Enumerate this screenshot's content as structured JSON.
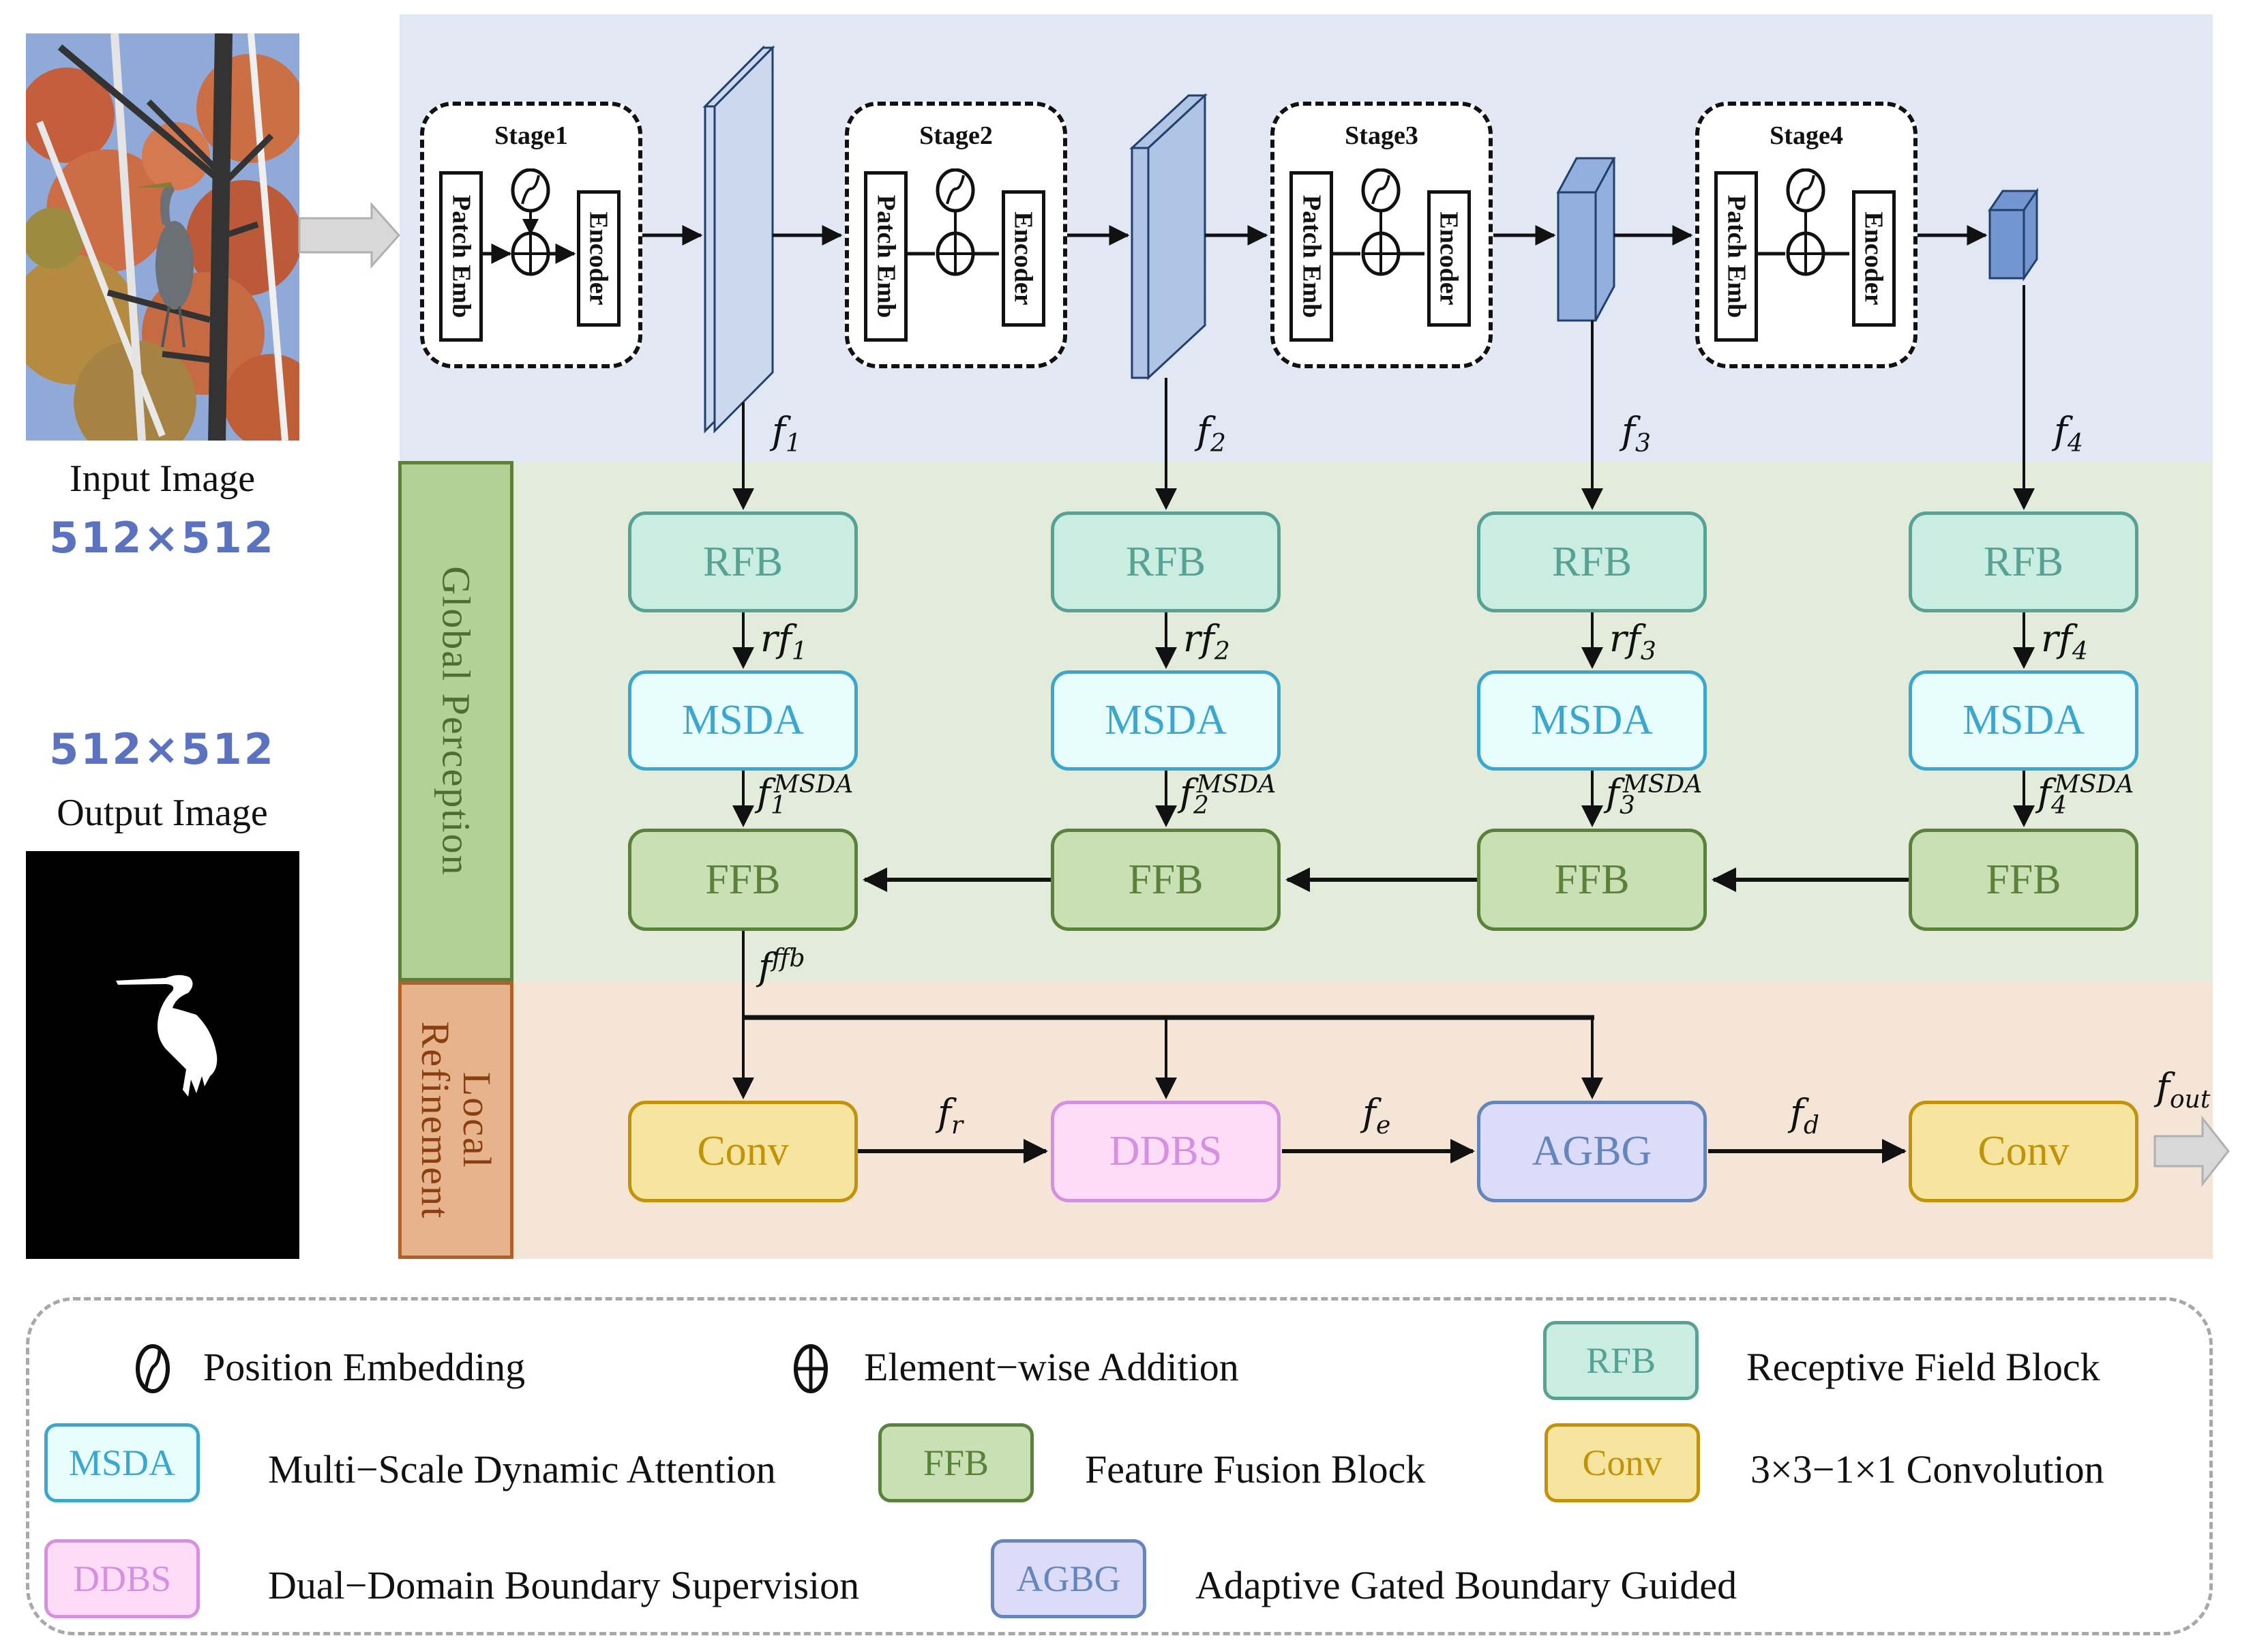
{
  "left_panel": {
    "input_caption": "Input Image",
    "input_size": "512×512",
    "output_size": "512×512",
    "output_caption": "Output Image"
  },
  "stages": [
    {
      "title": "Stage1",
      "patch_label": "Patch Emb",
      "encoder_label": "Encoder"
    },
    {
      "title": "Stage2",
      "patch_label": "Patch Emb",
      "encoder_label": "Encoder"
    },
    {
      "title": "Stage3",
      "patch_label": "Patch Emb",
      "encoder_label": "Encoder"
    },
    {
      "title": "Stage4",
      "patch_label": "Patch Emb",
      "encoder_label": "Encoder"
    }
  ],
  "features": [
    {
      "base": "f",
      "sub": "1"
    },
    {
      "base": "f",
      "sub": "2"
    },
    {
      "base": "f",
      "sub": "3"
    },
    {
      "base": "f",
      "sub": "4"
    }
  ],
  "sections": {
    "global": "Global Perception",
    "local_line1": "Local",
    "local_line2": "Refinement"
  },
  "columns": [
    {
      "rfb": "RFB",
      "msda": "MSDA",
      "ffb": "FFB",
      "rf_base": "rf",
      "rf_sub": "1",
      "msda_base": "f",
      "msda_sub": "1",
      "msda_sup": "MSDA"
    },
    {
      "rfb": "RFB",
      "msda": "MSDA",
      "ffb": "FFB",
      "rf_base": "rf",
      "rf_sub": "2",
      "msda_base": "f",
      "msda_sub": "2",
      "msda_sup": "MSDA"
    },
    {
      "rfb": "RFB",
      "msda": "MSDA",
      "ffb": "FFB",
      "rf_base": "rf",
      "rf_sub": "3",
      "msda_base": "f",
      "msda_sub": "3",
      "msda_sup": "MSDA"
    },
    {
      "rfb": "RFB",
      "msda": "MSDA",
      "ffb": "FFB",
      "rf_base": "rf",
      "rf_sub": "4",
      "msda_base": "f",
      "msda_sub": "4",
      "msda_sup": "MSDA"
    }
  ],
  "ffb_output": {
    "base": "f",
    "sup": "ffb"
  },
  "refinement": {
    "blocks": [
      "Conv",
      "DDBS",
      "AGBG",
      "Conv"
    ],
    "edges": [
      {
        "base": "f",
        "sub": "r"
      },
      {
        "base": "f",
        "sub": "e"
      },
      {
        "base": "f",
        "sub": "d"
      }
    ],
    "output": {
      "base": "f",
      "sub": "out"
    }
  },
  "legend": {
    "items": [
      {
        "key": "⦸",
        "label": "Position Embedding",
        "kind": "symbol"
      },
      {
        "key": "⊕",
        "label": "Element−wise Addition",
        "kind": "symbol"
      },
      {
        "key": "RFB",
        "label": "Receptive Field Block",
        "kind": "block",
        "style": "rfb"
      },
      {
        "key": "MSDA",
        "label": "Multi−Scale Dynamic Attention",
        "kind": "block",
        "style": "msda"
      },
      {
        "key": "FFB",
        "label": "Feature Fusion Block",
        "kind": "block",
        "style": "ffb"
      },
      {
        "key": "Conv",
        "label": "3×3−1×1 Convolution",
        "kind": "block",
        "style": "conv"
      },
      {
        "key": "DDBS",
        "label": "Dual−Domain Boundary Supervision",
        "kind": "block",
        "style": "ddbs"
      },
      {
        "key": "AGBG",
        "label": "Adaptive Gated Boundary Guided",
        "kind": "block",
        "style": "agbg"
      }
    ]
  },
  "colors": {
    "rfb": "#58a195",
    "msda": "#3ba7cf",
    "ffb": "#5a823a",
    "conv": "#c29308",
    "ddbs": "#d690e2",
    "agbg": "#6585bd",
    "size_text": "#5a72c0"
  }
}
